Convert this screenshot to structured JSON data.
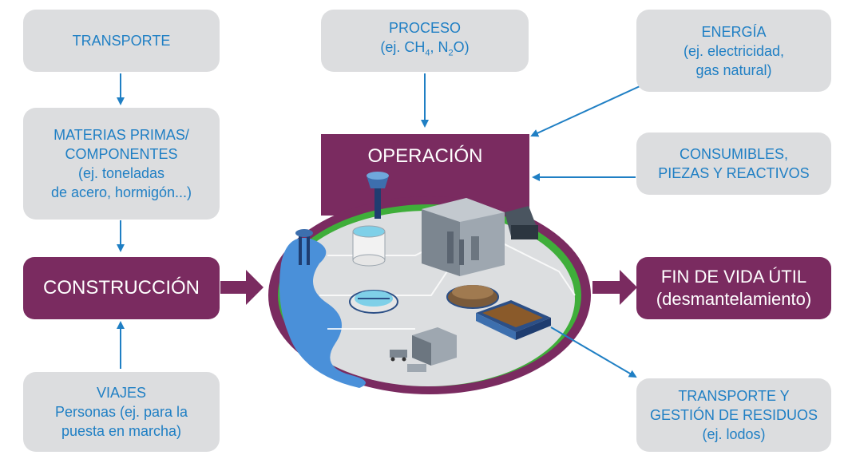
{
  "colors": {
    "box_fill": "#dcdddf",
    "box_text": "#1f7fc4",
    "purple": "#7a2b60",
    "arrow_blue": "#1f7fc4",
    "green_edge": "#3fae3a",
    "water": "#4a90d9"
  },
  "boxes": {
    "transporte": "TRANSPORTE",
    "materias": [
      "MATERIAS PRIMAS/",
      "COMPONENTES",
      "(ej. toneladas",
      "de acero, hormigón...)"
    ],
    "construccion": "CONSTRUCCIÓN",
    "viajes": [
      "VIAJES",
      "Personas (ej. para la",
      "puesta en marcha)"
    ],
    "proceso": {
      "line1": "PROCESO",
      "line2_a": "(ej. CH",
      "line2_sub1": "4",
      "line2_b": ", N",
      "line2_sub2": "2",
      "line2_c": "O)"
    },
    "energia": [
      "ENERGÍA",
      "(ej. electricidad,",
      "gas natural)"
    ],
    "consumibles": [
      "CONSUMIBLES,",
      "PIEZAS Y REACTIVOS"
    ],
    "operacion": "OPERACIÓN",
    "fin_vida": [
      "FIN DE VIDA ÚTIL",
      "(desmantelamiento)"
    ],
    "residuos": [
      "TRANSPORTE Y",
      "GESTIÓN DE RESIDUOS",
      "(ej. lodos)"
    ]
  },
  "icons": [
    "water-tower-icon",
    "storage-tank-icon",
    "clarifier-tank-icon",
    "plant-building-icon",
    "treatment-basin-icon",
    "truck-icon"
  ]
}
